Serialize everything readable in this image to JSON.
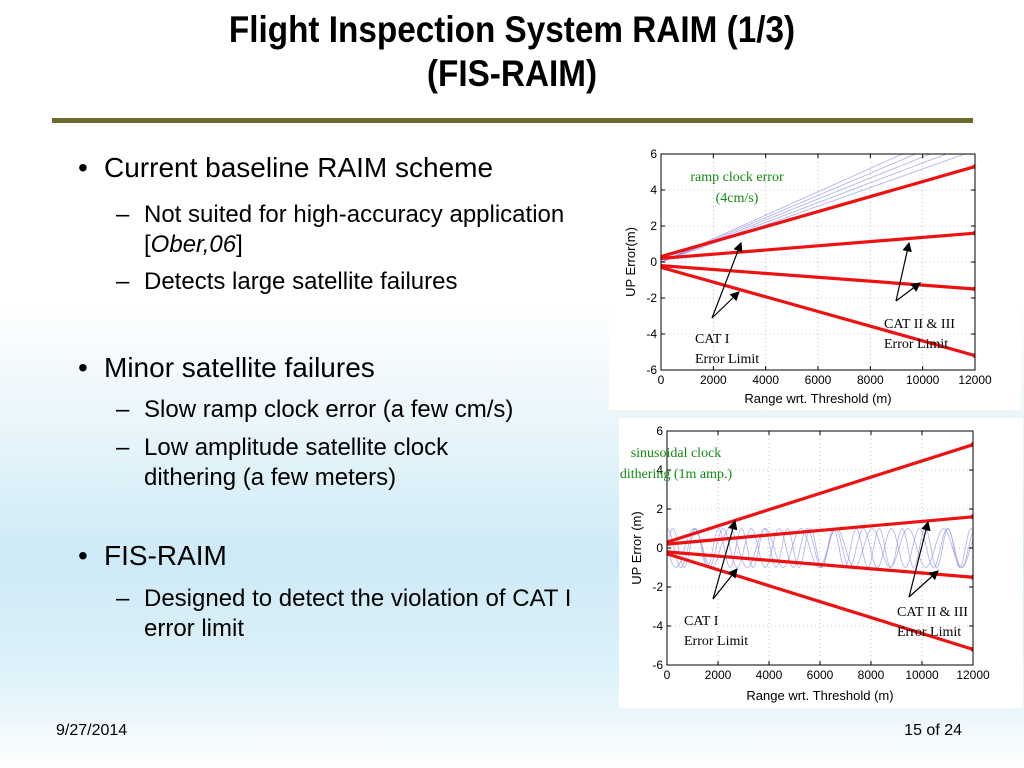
{
  "slide": {
    "title_line1": "Flight Inspection System RAIM (1/3)",
    "title_line2": "(FIS-RAIM)",
    "footer_date": "9/27/2014",
    "footer_page": "15 of 24"
  },
  "bullets": [
    {
      "text": "Current baseline RAIM scheme",
      "subs": [
        {
          "pre": "Not suited for high-accuracy application [",
          "em": "Ober,06",
          "post": "]"
        },
        {
          "pre": "Detects large satellite failures",
          "em": "",
          "post": ""
        }
      ]
    },
    {
      "text": "Minor satellite failures",
      "subs": [
        {
          "pre": "Slow ramp clock error (a few cm/s)",
          "em": "",
          "post": ""
        },
        {
          "pre": "Low amplitude satellite clock dithering (a few meters)",
          "em": "",
          "post": ""
        }
      ]
    },
    {
      "text": "FIS-RAIM",
      "subs": [
        {
          "pre": "Designed to detect the violation of CAT I error limit",
          "em": "",
          "post": ""
        }
      ]
    }
  ],
  "chart_data": [
    {
      "type": "line",
      "xlabel": "Range wrt. Threshold (m)",
      "ylabel": "UP Error(m)",
      "xlim": [
        0,
        12000
      ],
      "ylim": [
        -6,
        6
      ],
      "xticks": [
        "0",
        "2000",
        "4000",
        "6000",
        "8000",
        "10000",
        "12000"
      ],
      "yticks": [
        "6",
        "4",
        "2",
        "0",
        "-2",
        "-4",
        "-6"
      ],
      "grid": true,
      "series": [
        {
          "kind": "limit",
          "x": [
            0,
            12000
          ],
          "y": [
            0.3,
            5.3
          ]
        },
        {
          "kind": "limit",
          "x": [
            0,
            12000
          ],
          "y": [
            0.2,
            1.6
          ]
        },
        {
          "kind": "limit",
          "x": [
            0,
            12000
          ],
          "y": [
            -0.2,
            -1.5
          ]
        },
        {
          "kind": "limit",
          "x": [
            0,
            12000
          ],
          "y": [
            -0.3,
            -5.2
          ]
        },
        {
          "kind": "ramp",
          "x": [
            0,
            12000
          ],
          "y": [
            0,
            6.2
          ]
        },
        {
          "kind": "ramp",
          "x": [
            0,
            12000
          ],
          "y": [
            0,
            6.6
          ]
        },
        {
          "kind": "ramp",
          "x": [
            0,
            12000
          ],
          "y": [
            0,
            7.0
          ]
        },
        {
          "kind": "ramp",
          "x": [
            0,
            12000
          ],
          "y": [
            0,
            7.4
          ]
        },
        {
          "kind": "ramp",
          "x": [
            0,
            12000
          ],
          "y": [
            0,
            7.8
          ]
        }
      ],
      "annotations": {
        "error_title_1": "ramp clock error",
        "error_title_2": "(4cm/s)",
        "cat1_1": "CAT I",
        "cat1_2": "Error Limit",
        "cat23_1": "CAT II & III",
        "cat23_2": "Error Limit"
      }
    },
    {
      "type": "line",
      "xlabel": "Range wrt. Threshold (m)",
      "ylabel": "UP Error (m)",
      "xlim": [
        0,
        12000
      ],
      "ylim": [
        -6,
        6
      ],
      "xticks": [
        "0",
        "2000",
        "4000",
        "6000",
        "8000",
        "10000",
        "12000"
      ],
      "yticks": [
        "6",
        "4",
        "2",
        "0",
        "-2",
        "-4",
        "-6"
      ],
      "grid": true,
      "series": [
        {
          "kind": "limit",
          "x": [
            0,
            12000
          ],
          "y": [
            0.3,
            5.3
          ]
        },
        {
          "kind": "limit",
          "x": [
            0,
            12000
          ],
          "y": [
            0.2,
            1.6
          ]
        },
        {
          "kind": "limit",
          "x": [
            0,
            12000
          ],
          "y": [
            -0.2,
            -1.5
          ]
        },
        {
          "kind": "limit",
          "x": [
            0,
            12000
          ],
          "y": [
            -0.3,
            -5.2
          ]
        },
        {
          "kind": "dither",
          "amplitude_m": 1.0,
          "period_m": 900,
          "phase_deg": 0
        },
        {
          "kind": "dither",
          "amplitude_m": 1.0,
          "period_m": 1100,
          "phase_deg": 90
        },
        {
          "kind": "dither",
          "amplitude_m": 1.0,
          "period_m": 1400,
          "phase_deg": 180
        }
      ],
      "annotations": {
        "error_title_1": "sinusoidal clock",
        "error_title_2": "dithering (1m amp.)",
        "cat1_1": "CAT I",
        "cat1_2": "Error Limit",
        "cat23_1": "CAT II & III",
        "cat23_2": "Error Limit"
      }
    }
  ]
}
